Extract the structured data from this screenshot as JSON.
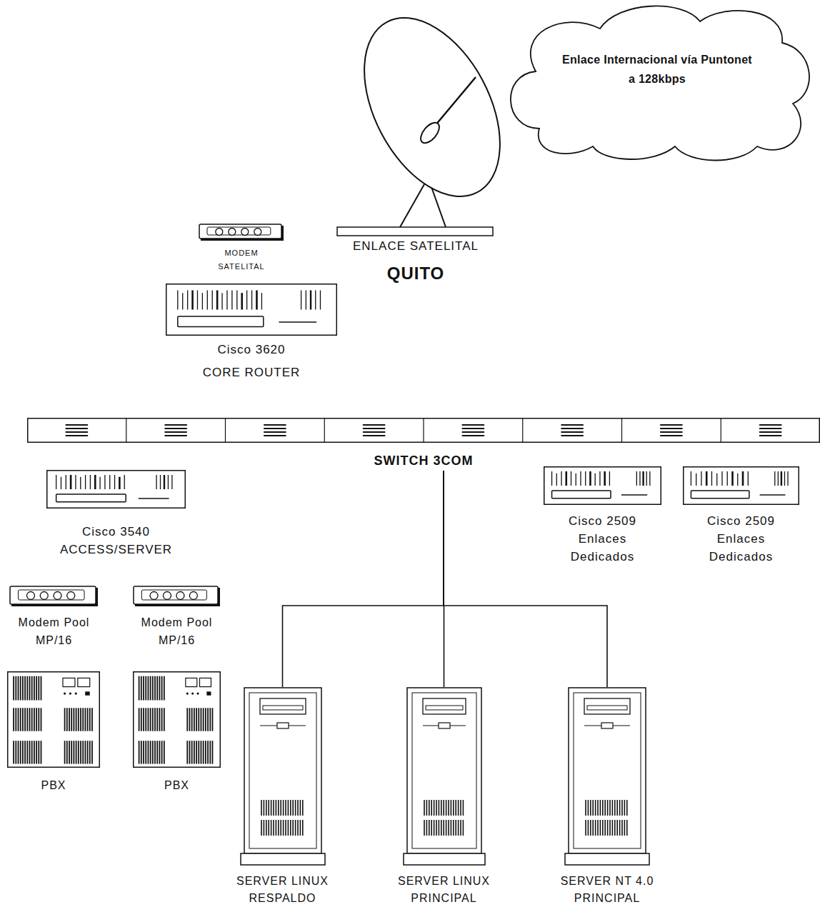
{
  "diagram": {
    "nodes": [
      {
        "text": [
          "Enlace Internacional vía Puntonet a 128kbps"
        ]
      },
      {
        "text": [
          "ENLACE SATELITAL"
        ]
      },
      {
        "text": [
          "MODEM SATELITAL"
        ]
      },
      {
        "text": [
          "Cisco 3620 CORE ROUTER"
        ]
      },
      {
        "text": [
          "SWITCH 3COM"
        ]
      },
      {
        "text": [
          "Cisco 3540 ACCESS/SERVER"
        ]
      },
      {
        "text": [
          "Cisco 2509 Enlaces Dedicados"
        ]
      },
      {
        "text": [
          "Cisco 2509 Enlaces Dedicados"
        ]
      },
      {
        "text": [
          "Modem Pool MP/16"
        ]
      },
      {
        "text": [
          "Modem Pool MP/16"
        ]
      },
      {
        "text": [
          "PBX"
        ]
      },
      {
        "text": [
          "PBX"
        ]
      },
      {
        "text": [
          "SERVER LINUX RESPALDO"
        ]
      },
      {
        "text": [
          "SERVER LINUX PRINCIPAL"
        ]
      },
      {
        "text": [
          "SERVER NT 4.0 PRINCIPAL"
        ]
      }
    ],
    "edges": [
      {
        "from": 4,
        "to": 12,
        "arrow": "none"
      },
      {
        "from": 4,
        "to": 13,
        "arrow": "none"
      },
      {
        "from": 4,
        "to": 14,
        "arrow": "none"
      }
    ],
    "labels": [
      "QUITO"
    ]
  }
}
